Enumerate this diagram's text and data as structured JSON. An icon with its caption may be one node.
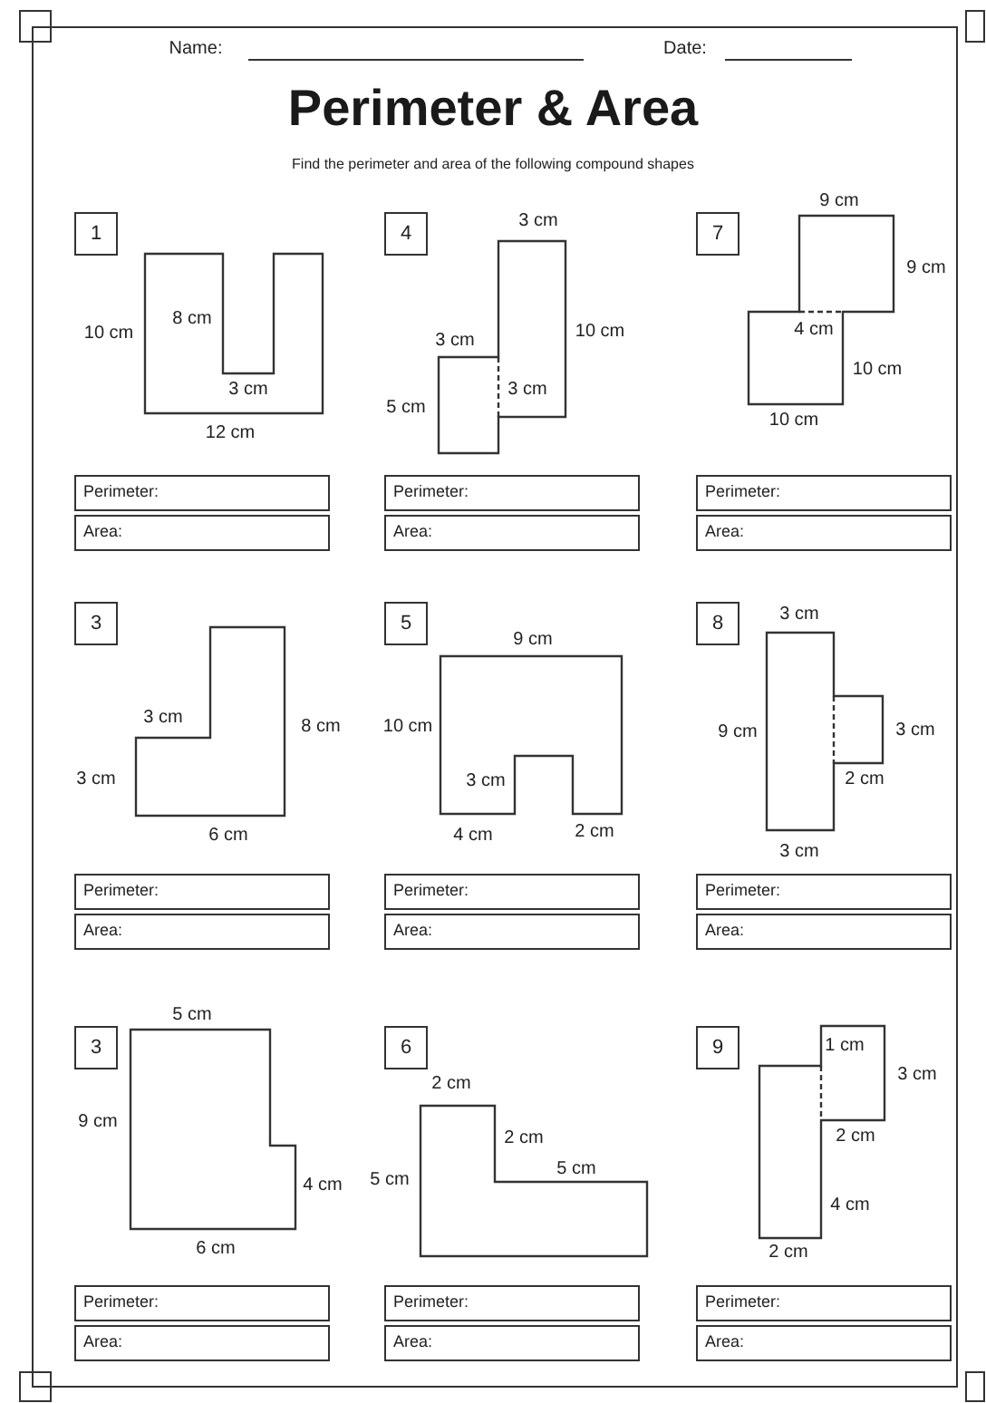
{
  "diagram": {
    "title": "Perimeter & Area",
    "nodes": [
      {
        "text": [
          "1"
        ]
      },
      {
        "text": [
          "Perimeter:"
        ]
      },
      {
        "text": [
          "Area:"
        ]
      },
      {
        "text": [
          "4"
        ]
      },
      {
        "text": [
          "Perimeter:"
        ]
      },
      {
        "text": [
          "Area:"
        ]
      },
      {
        "text": [
          "7"
        ]
      },
      {
        "text": [
          "Perimeter:"
        ]
      },
      {
        "text": [
          "Area:"
        ]
      },
      {
        "text": [
          "3"
        ]
      },
      {
        "text": [
          "Perimeter:"
        ]
      },
      {
        "text": [
          "Area:"
        ]
      },
      {
        "text": [
          "5"
        ]
      },
      {
        "text": [
          "Perimeter:"
        ]
      },
      {
        "text": [
          "Area:"
        ]
      },
      {
        "text": [
          "8"
        ]
      },
      {
        "text": [
          "Perimeter:"
        ]
      },
      {
        "text": [
          "Area:"
        ]
      },
      {
        "text": [
          "3"
        ]
      },
      {
        "text": [
          "Perimeter:"
        ]
      },
      {
        "text": [
          "Area:"
        ]
      },
      {
        "text": [
          "6"
        ]
      },
      {
        "text": [
          "Perimeter:"
        ]
      },
      {
        "text": [
          "Area:"
        ]
      },
      {
        "text": [
          "9"
        ]
      },
      {
        "text": [
          "Perimeter:"
        ]
      },
      {
        "text": [
          "Area:"
        ]
      }
    ],
    "labels": [
      "Name:",
      "Date:",
      "Find the perimeter and area of the following compound shapes",
      "10 cm",
      "8 cm",
      "3 cm",
      "12 cm",
      "3 cm",
      "10 cm",
      "3 cm",
      "3 cm",
      "5 cm",
      "9 cm",
      "9 cm",
      "4 cm",
      "10 cm",
      "10 cm",
      "3 cm",
      "8 cm",
      "3 cm",
      "6 cm",
      "9 cm",
      "10 cm",
      "3 cm",
      "4 cm",
      "2 cm",
      "3 cm",
      "9 cm",
      "3 cm",
      "2 cm",
      "3 cm",
      "5 cm",
      "9 cm",
      "4 cm",
      "6 cm",
      "2 cm",
      "2 cm",
      "5 cm",
      "5 cm",
      "1 cm",
      "3 cm",
      "2 cm",
      "4 cm",
      "2 cm"
    ]
  }
}
